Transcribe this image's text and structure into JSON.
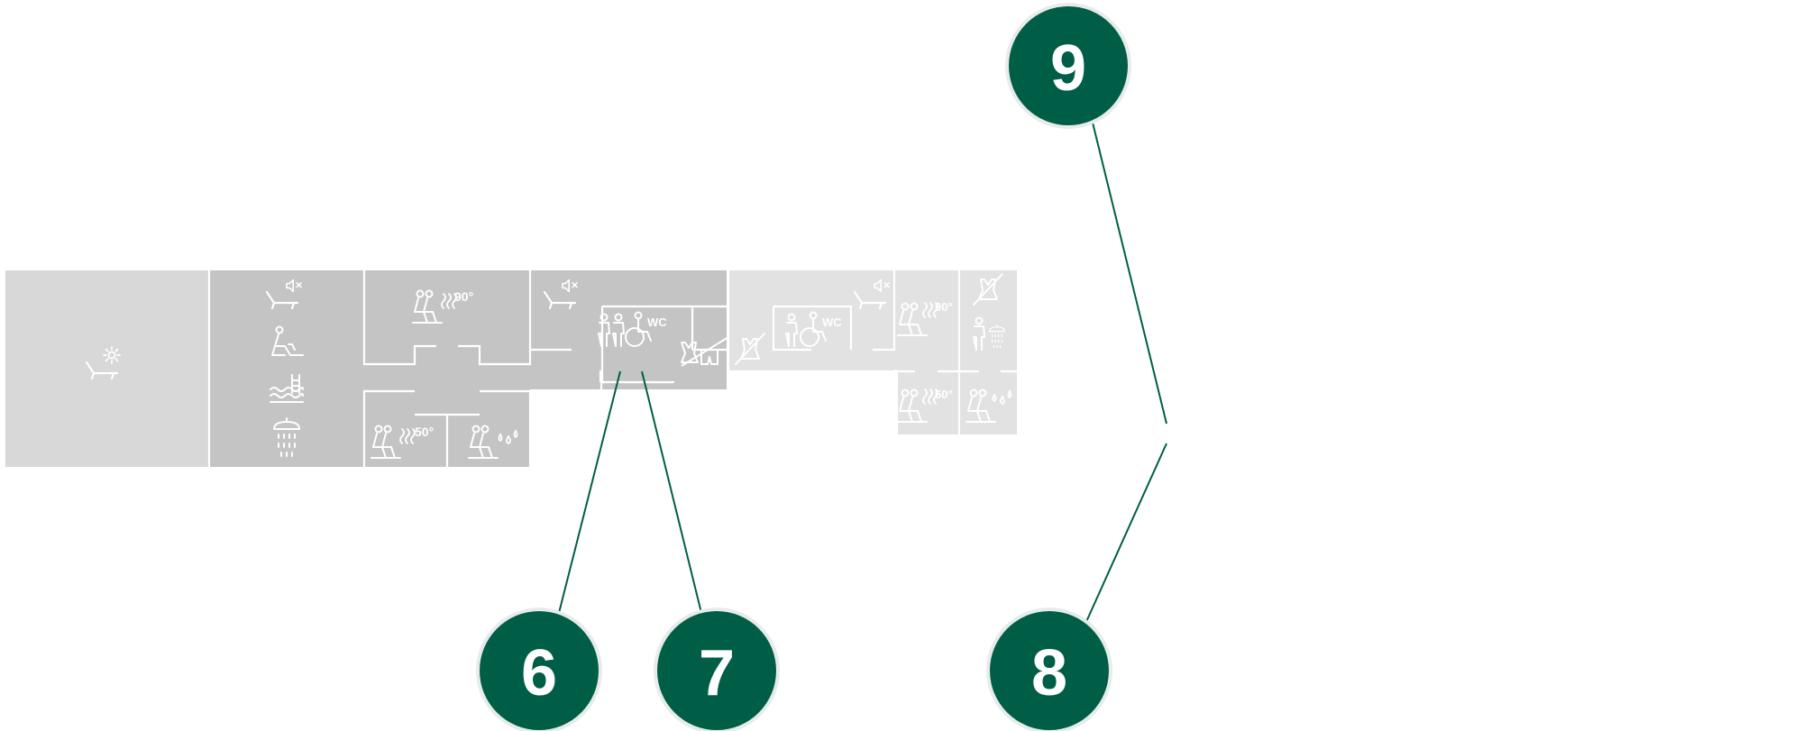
{
  "colors": {
    "marker_fill": "#005e47",
    "marker_ring": "#e7eceb",
    "marker_text": "#ffffff",
    "wall": "#ffffff",
    "zone_outdoor": "#d8d8d8",
    "zone_sauna_area": "#c4c4c4",
    "zone_annex": "#e2e2e2"
  },
  "markers": [
    {
      "id": "marker-6",
      "label": "6"
    },
    {
      "id": "marker-7",
      "label": "7"
    },
    {
      "id": "marker-8",
      "label": "8"
    },
    {
      "id": "marker-9",
      "label": "9"
    }
  ],
  "room_labels": {
    "sauna_90_main": "90°",
    "sauna_50_main": "50°",
    "wc_main": "WC",
    "wc_annex": "WC",
    "sauna_90_annex": "90°",
    "sauna_50_annex": "50°"
  },
  "icons": [
    "sun-lounger-icon",
    "quiet-lounger-icon",
    "relaxing-person-icon",
    "pool-icon",
    "shower-icon",
    "sauna-group-icon",
    "heat-waves-icon",
    "steam-bath-icon",
    "toilet-icon",
    "wheelchair-icon",
    "swimwear-icon",
    "no-swimwear-icon",
    "mute-icon"
  ]
}
